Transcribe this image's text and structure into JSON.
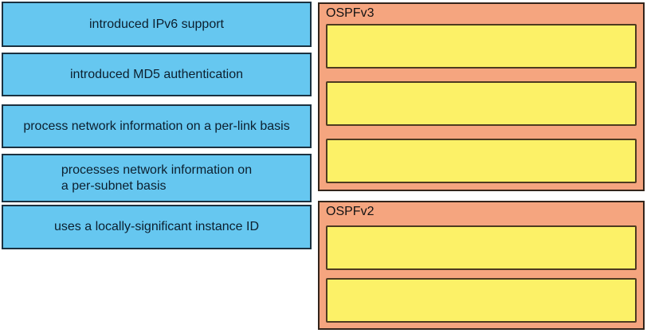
{
  "palette": {
    "statement_bg": "#66C7F0",
    "statement_border": "#1B3140",
    "text_color": "#0C1F2E",
    "panel_bg": "#F5A57F",
    "panel_border": "#33241A",
    "title_color": "#131313",
    "slot_bg": "#FCF167",
    "slot_border": "#4E3B20"
  },
  "statements": [
    {
      "label": "introduced IPv6 support"
    },
    {
      "label": "introduced MD5 authentication"
    },
    {
      "label": "process network information on a per-link basis"
    },
    {
      "label": "processes network information on\na per-subnet basis"
    },
    {
      "label": "uses a locally-significant instance ID"
    }
  ],
  "categories": [
    {
      "title": "OSPFv3",
      "slot_count": 3
    },
    {
      "title": "OSPFv2",
      "slot_count": 2
    }
  ]
}
